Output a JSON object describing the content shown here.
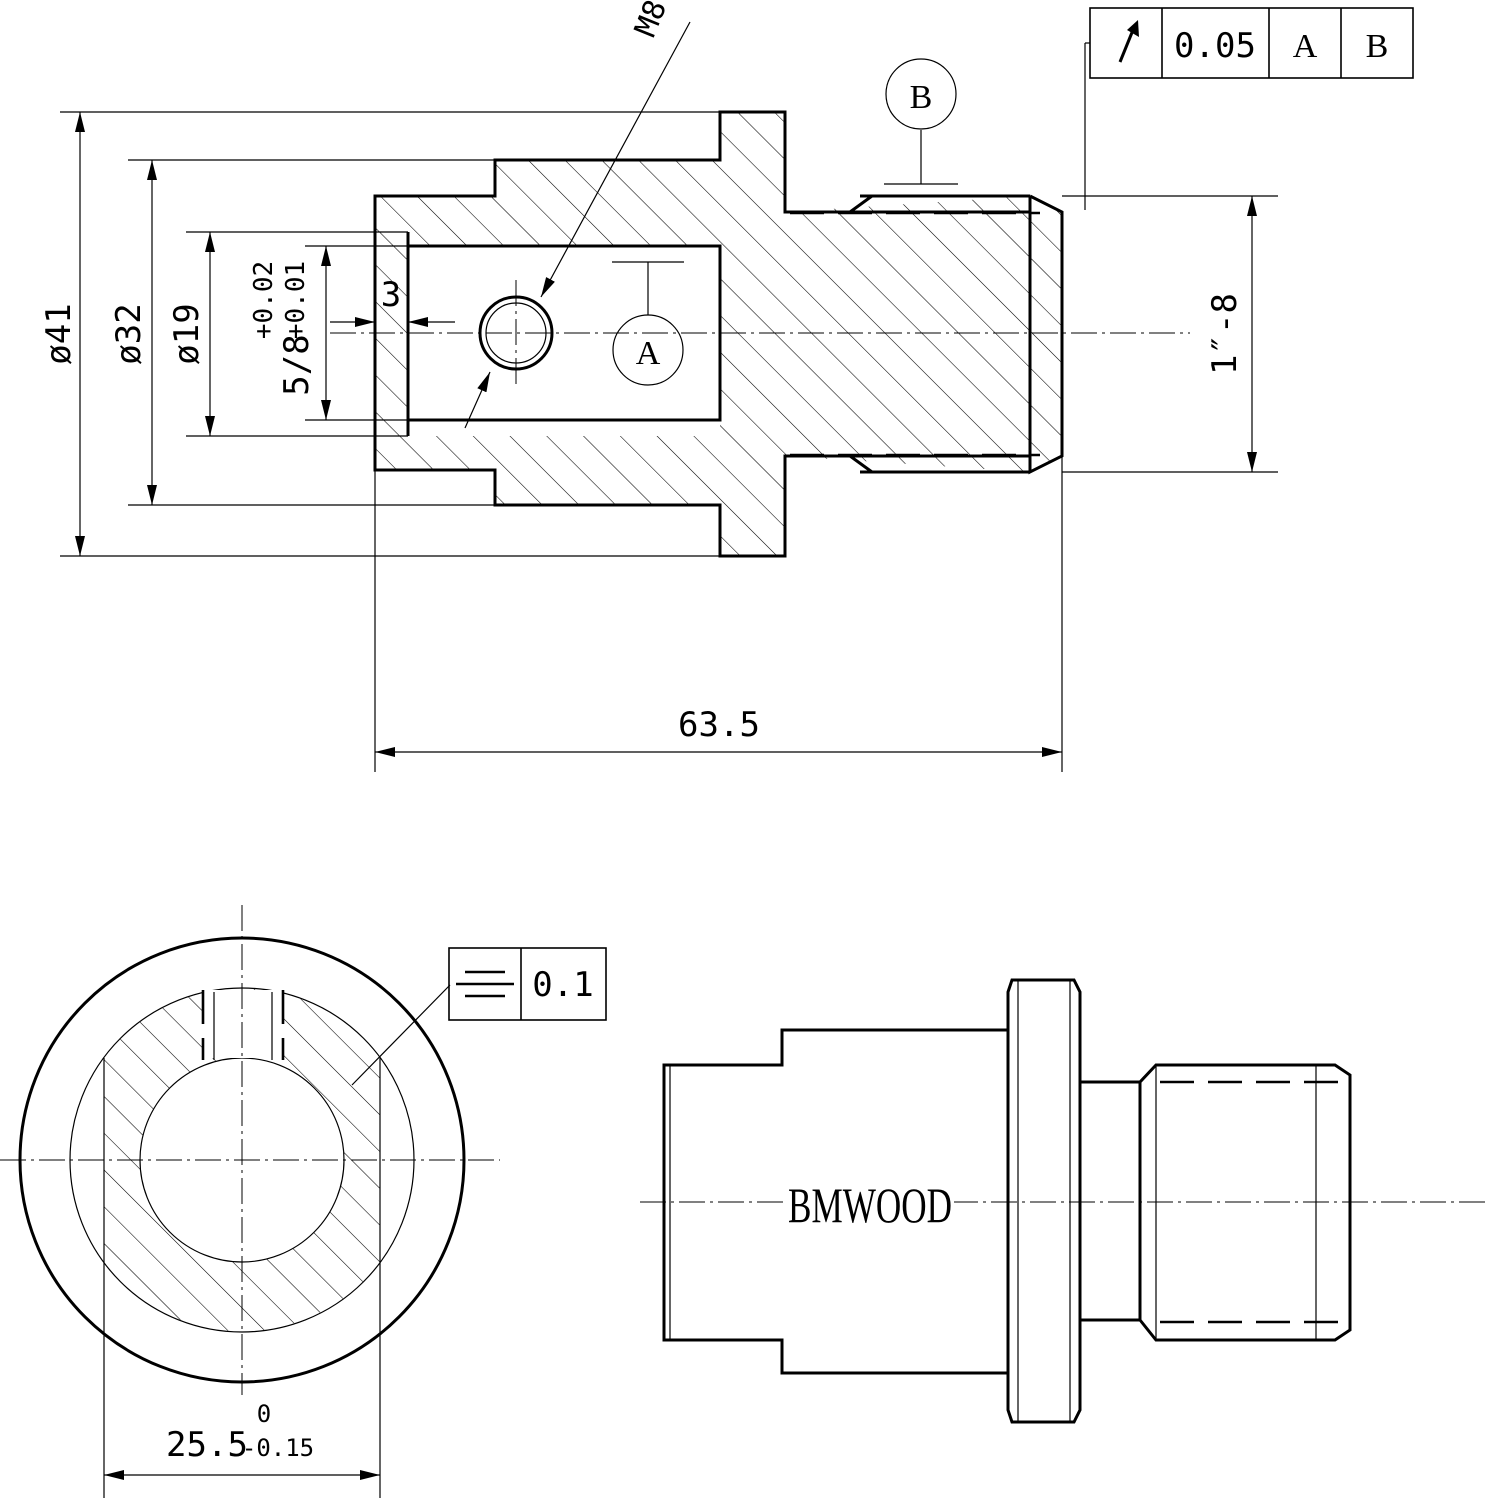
{
  "dimensions": {
    "d41": "ø41",
    "d32": "ø32",
    "d19": "ø19",
    "bore_base": "5/8",
    "bore_tol_upper": "+0.02",
    "bore_tol_lower": "+0.01",
    "gap": "3",
    "thread_hole": "M8",
    "thread_main": "1″-8",
    "length": "63.5",
    "flat_base": "25.5",
    "flat_tol_upper": "0",
    "flat_tol_lower": "-0.15"
  },
  "datums": {
    "a": "A",
    "b": "B"
  },
  "runout_frame": {
    "tolerance": "0.05",
    "datum1": "A",
    "datum2": "B"
  },
  "symmetry_frame": {
    "tolerance": "0.1"
  },
  "brand": "BMWOOD"
}
